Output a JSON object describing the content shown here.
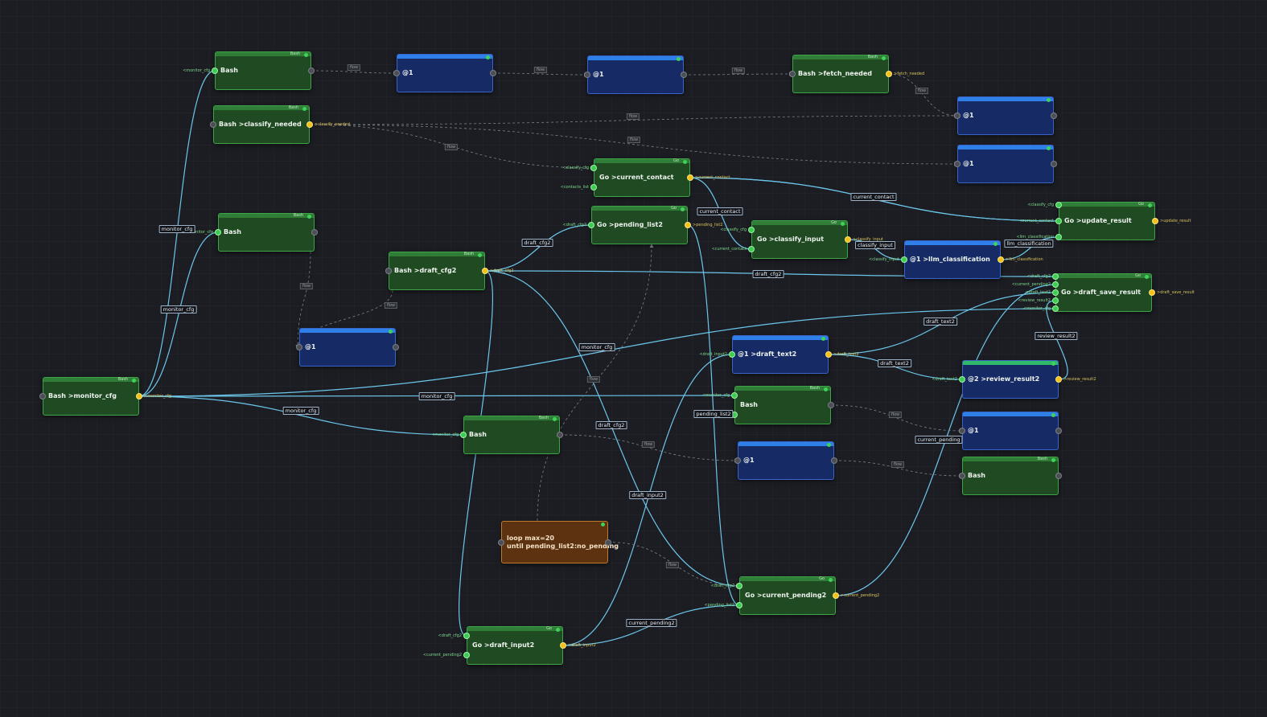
{
  "nodes": [
    {
      "id": "n1",
      "kind": "bash",
      "tag": "Bash",
      "title": "Bash",
      "in": [
        {
          "label": "<monitor_cfg"
        }
      ],
      "out": [
        {
          "label": ""
        }
      ]
    },
    {
      "id": "n2",
      "kind": "agent",
      "tag": "",
      "title": "@1",
      "in": [
        {
          "label": ""
        }
      ],
      "out": [
        {
          "label": ""
        }
      ]
    },
    {
      "id": "n3",
      "kind": "agent",
      "tag": "",
      "title": "@1",
      "in": [
        {
          "label": ""
        }
      ],
      "out": [
        {
          "label": ""
        }
      ]
    },
    {
      "id": "n4",
      "kind": "bash",
      "tag": "Bash",
      "title": "Bash >fetch_needed",
      "in": [
        {
          "label": ""
        }
      ],
      "out": [
        {
          "label": ">fetch_needed"
        }
      ]
    },
    {
      "id": "n5",
      "kind": "bash",
      "tag": "Bash",
      "title": "Bash >classify_needed",
      "in": [
        {
          "label": ""
        }
      ],
      "out": [
        {
          "label": ">classify_needed"
        }
      ]
    },
    {
      "id": "n6",
      "kind": "agent",
      "tag": "",
      "title": "@1",
      "in": [
        {
          "label": ""
        }
      ],
      "out": [
        {
          "label": ""
        }
      ]
    },
    {
      "id": "n7",
      "kind": "agent",
      "tag": "",
      "title": "@1",
      "in": [
        {
          "label": ""
        }
      ],
      "out": [
        {
          "label": ""
        }
      ]
    },
    {
      "id": "n8",
      "kind": "go",
      "tag": "Go",
      "title": "Go >current_contact",
      "in": [
        {
          "label": "<classify_cfg"
        },
        {
          "label": "<contacts_list"
        }
      ],
      "out": [
        {
          "label": ">current_contact"
        }
      ]
    },
    {
      "id": "n9",
      "kind": "bash",
      "tag": "Bash",
      "title": "Bash",
      "in": [
        {
          "label": "<monitor_cfg"
        }
      ],
      "out": [
        {
          "label": ""
        }
      ]
    },
    {
      "id": "n10",
      "kind": "go",
      "tag": "Go",
      "title": "Go >pending_list2",
      "in": [
        {
          "label": "<draft_cfg2"
        }
      ],
      "out": [
        {
          "label": ">pending_list2"
        }
      ]
    },
    {
      "id": "n11",
      "kind": "go",
      "tag": "Go",
      "title": "Go >classify_input",
      "in": [
        {
          "label": "<classify_cfg"
        },
        {
          "label": "<current_contact"
        }
      ],
      "out": [
        {
          "label": ">classify_input"
        }
      ]
    },
    {
      "id": "n12",
      "kind": "agent",
      "tag": "",
      "title": "@1 >llm_classification",
      "in": [
        {
          "label": "<classify_input"
        }
      ],
      "out": [
        {
          "label": ">llm_classification"
        }
      ]
    },
    {
      "id": "n13",
      "kind": "go",
      "tag": "Go",
      "title": "Go >update_result",
      "in": [
        {
          "label": "<classify_cfg"
        },
        {
          "label": "<current_contact"
        },
        {
          "label": "<llm_classification"
        }
      ],
      "out": [
        {
          "label": ">update_result"
        }
      ]
    },
    {
      "id": "n14",
      "kind": "bash",
      "tag": "Bash",
      "title": "Bash >draft_cfg2",
      "in": [
        {
          "label": ""
        }
      ],
      "out": [
        {
          "label": ">draft_cfg2"
        }
      ]
    },
    {
      "id": "n15",
      "kind": "go",
      "tag": "Go",
      "title": "Go >draft_save_result",
      "in": [
        {
          "label": "<draft_cfg2"
        },
        {
          "label": "<current_pending2"
        },
        {
          "label": "<draft_text2"
        },
        {
          "label": "<review_result2"
        },
        {
          "label": "<monitor_cfg"
        }
      ],
      "out": [
        {
          "label": ">draft_save_result"
        }
      ]
    },
    {
      "id": "n16",
      "kind": "agent",
      "tag": "",
      "title": "@1",
      "in": [
        {
          "label": ""
        }
      ],
      "out": [
        {
          "label": ""
        }
      ]
    },
    {
      "id": "n17",
      "kind": "agent",
      "tag": "",
      "title": "@1 >draft_text2",
      "in": [
        {
          "label": "<draft_input2"
        }
      ],
      "out": [
        {
          "label": ">draft_text2"
        }
      ]
    },
    {
      "id": "n18",
      "kind": "agent-review",
      "tag": "",
      "title": "@2 >review_result2",
      "in": [
        {
          "label": "<draft_text2"
        }
      ],
      "out": [
        {
          "label": ">review_result2"
        }
      ]
    },
    {
      "id": "n19",
      "kind": "bash",
      "tag": "Bash",
      "title": "Bash >monitor_cfg",
      "in": [
        {
          "label": ""
        }
      ],
      "out": [
        {
          "label": ">monitor_cfg"
        }
      ]
    },
    {
      "id": "n20",
      "kind": "bash",
      "tag": "Bash",
      "title": "Bash",
      "in": [
        {
          "label": "<monitor_cfg"
        },
        {
          "label": "<pending_list2"
        }
      ],
      "out": [
        {
          "label": ""
        }
      ]
    },
    {
      "id": "n21",
      "kind": "bash",
      "tag": "Bash",
      "title": "Bash",
      "in": [
        {
          "label": "<monitor_cfg"
        }
      ],
      "out": [
        {
          "label": ""
        }
      ]
    },
    {
      "id": "n22",
      "kind": "agent",
      "tag": "",
      "title": "@1",
      "in": [
        {
          "label": ""
        }
      ],
      "out": [
        {
          "label": ""
        }
      ]
    },
    {
      "id": "n23",
      "kind": "agent",
      "tag": "",
      "title": "@1",
      "in": [
        {
          "label": ""
        }
      ],
      "out": [
        {
          "label": ""
        }
      ]
    },
    {
      "id": "n24",
      "kind": "bash",
      "tag": "Bash",
      "title": "Bash",
      "in": [
        {
          "label": ""
        }
      ],
      "out": [
        {
          "label": ""
        }
      ]
    },
    {
      "id": "n25",
      "kind": "loop",
      "tag": "",
      "title": "loop max=20\nuntil pending_list2:no_pending",
      "in": [
        {
          "label": ""
        }
      ],
      "out": [
        {
          "label": ""
        }
      ]
    },
    {
      "id": "n26",
      "kind": "go",
      "tag": "Go",
      "title": "Go >current_pending2",
      "in": [
        {
          "label": "<draft_cfg2"
        },
        {
          "label": "<pending_list2"
        }
      ],
      "out": [
        {
          "label": ">current_pending2"
        }
      ]
    },
    {
      "id": "n27",
      "kind": "go",
      "tag": "Go",
      "title": "Go >draft_input2",
      "in": [
        {
          "label": "<draft_cfg2"
        },
        {
          "label": "<current_pending2"
        }
      ],
      "out": [
        {
          "label": ">draft_input2"
        }
      ]
    }
  ],
  "data_edges": [
    {
      "id": "d1",
      "label": "monitor_cfg"
    },
    {
      "id": "d2",
      "label": "monitor_cfg"
    },
    {
      "id": "d3",
      "label": "monitor_cfg"
    },
    {
      "id": "d4",
      "label": "monitor_cfg"
    },
    {
      "id": "d5",
      "label": "monitor_cfg"
    },
    {
      "id": "d6",
      "label": "current_contact"
    },
    {
      "id": "d7",
      "label": "current_contact"
    },
    {
      "id": "d8",
      "label": "draft_cfg2"
    },
    {
      "id": "d9",
      "label": "draft_cfg2"
    },
    {
      "id": "d10",
      "label": "draft_cfg2"
    },
    {
      "id": "d11",
      "label": "classify_input"
    },
    {
      "id": "d12",
      "label": "llm_classification"
    },
    {
      "id": "d13",
      "label": "draft_text2"
    },
    {
      "id": "d14",
      "label": "draft_text2"
    },
    {
      "id": "d15",
      "label": "review_result2"
    },
    {
      "id": "d16",
      "label": "pending_list2"
    },
    {
      "id": "d17",
      "label": "current_pending2"
    },
    {
      "id": "d18",
      "label": "draft_input2"
    },
    {
      "id": "d19",
      "label": "current_pending"
    }
  ],
  "flow_label": "flow"
}
